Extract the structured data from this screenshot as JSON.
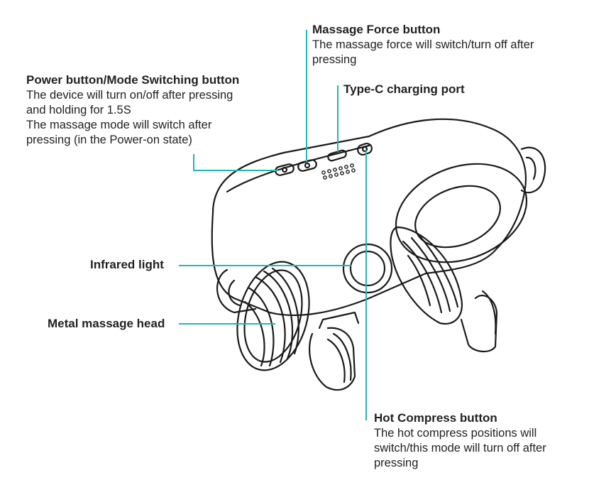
{
  "callouts": {
    "massage_force": {
      "title": "Massage Force button",
      "desc_lines": [
        "The massage force will switch/turn off after",
        "pressing"
      ]
    },
    "power": {
      "title": "Power button/Mode Switching button",
      "desc_lines": [
        "The device will turn on/off after pressing",
        "and holding for 1.5S",
        "The massage mode will switch after",
        "pressing (in the Power-on state)"
      ]
    },
    "typec": {
      "title": "Type-C charging port"
    },
    "infrared": {
      "title": "Infrared light"
    },
    "metal_head": {
      "title": "Metal massage head"
    },
    "hot_compress": {
      "title": "Hot Compress button",
      "desc_lines": [
        "The hot compress positions will",
        "switch/this mode will turn off after",
        "pressing"
      ]
    }
  },
  "colors": {
    "leader_line": "#1fb9b3",
    "outline": "#1a1a1a",
    "text": "#222222"
  }
}
